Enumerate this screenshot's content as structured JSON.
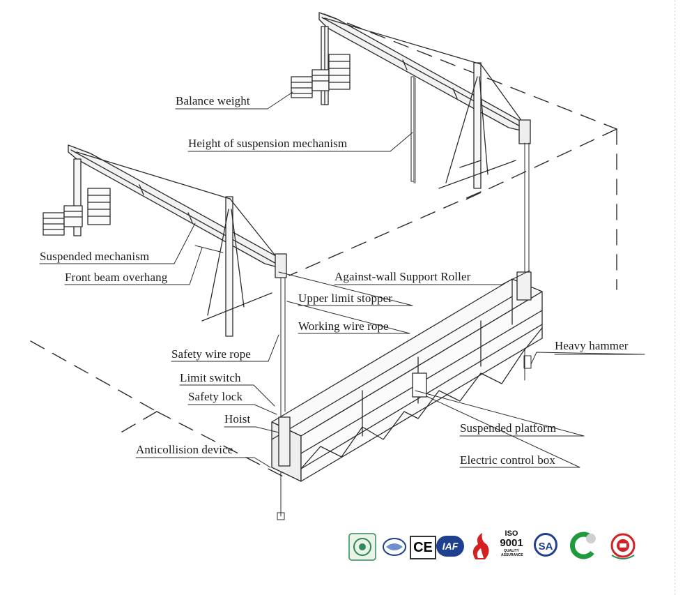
{
  "labels": {
    "balance_weight": "Balance weight",
    "height_of_suspension_mechanism": "Height of suspension mechanism",
    "suspended_mechanism": "Suspended mechanism",
    "front_beam_overhang": "Front beam overhang",
    "against_wall_support_roller": "Against-wall Support Roller",
    "upper_limit_stopper": "Upper limit stopper",
    "working_wire_rope": "Working wire rope",
    "heavy_hammer": "Heavy hammer",
    "safety_wire_rope": "Safety wire rope",
    "limit_switch": "Limit switch",
    "safety_lock": "Safety lock",
    "hoist": "Hoist",
    "anticollision_device": "Anticollision device",
    "suspended_platform": "Suspended  platform",
    "electric_control_box": "Electric control  box"
  },
  "certifications": {
    "ce_mark": "CE",
    "iaf_mark": "IAF",
    "iso_mark": "ISO",
    "iso_number": "9001",
    "iso_caption": "QUALITY ASSURANCE",
    "csa_mark": "SA"
  },
  "colors": {
    "line": "#2a2a2a",
    "label_text": "#1a1a1a",
    "logo_blue": "#1f3f8f",
    "logo_red": "#d42020",
    "logo_green": "#1f9a3c"
  }
}
